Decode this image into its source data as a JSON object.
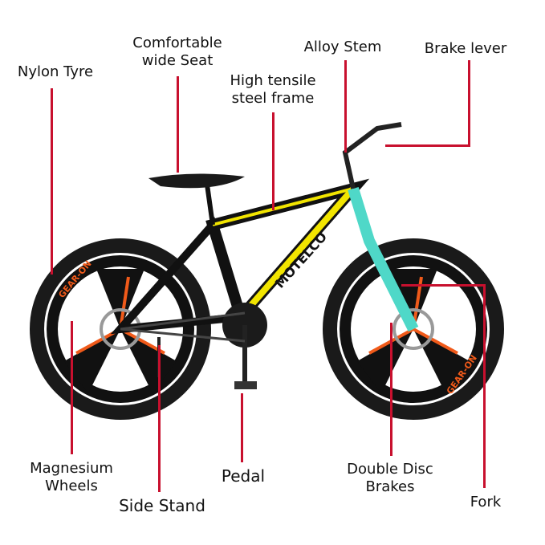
{
  "callouts": {
    "nylon_tyre": "Nylon Tyre",
    "seat_line1": "Comfortable",
    "seat_line2": "wide Seat",
    "frame_line1": "High tensile",
    "frame_line2": "steel frame",
    "alloy_stem": "Alloy Stem",
    "brake_lever": "Brake lever",
    "wheels_line1": "Magnesium",
    "wheels_line2": "Wheels",
    "pedal": "Pedal",
    "side_stand": "Side Stand",
    "disc_line1": "Double Disc",
    "disc_line2": "Brakes",
    "fork": "Fork"
  },
  "bike": {
    "brand_text": "MOTELCO",
    "rim_text": "GEAR-ON",
    "colors": {
      "frame_black": "#111111",
      "frame_yellow": "#f2e500",
      "frame_teal": "#4fd8c8",
      "rim_orange": "#f05a1a",
      "rim_blue": "#2aa7e0",
      "callout_red": "#c8102e"
    }
  }
}
